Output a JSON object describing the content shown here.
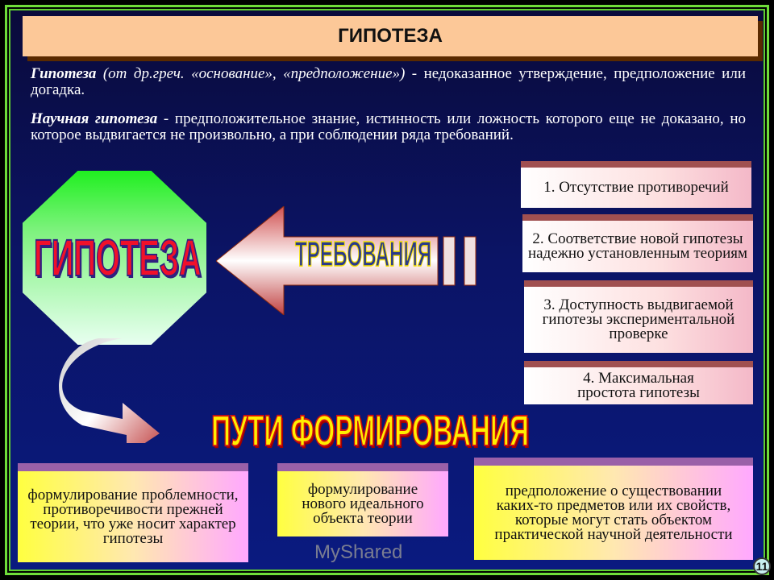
{
  "title": "ГИПОТЕЗА",
  "definition": {
    "term": "Гипотеза",
    "etymology": "(от др.греч. «основание», «предположение»)",
    "text": " - недоказанное утверждение, предположение или догадка."
  },
  "scientific": {
    "term": "Научная гипотеза",
    "text": " - предположительное знание, истинность или ложность которого еще не доказано, но которое выдвигается не произвольно, а при соблюдении ряда требований."
  },
  "diagram": {
    "center_label": "ГИПОТЕЗА",
    "requirements_label": "ТРЕБОВАНИЯ",
    "paths_label": "ПУТИ ФОРМИРОВАНИЯ",
    "requirements": [
      "1. Отсутствие противоречий",
      "2. Соответствие новой гипотезы надежно установленным теориям",
      "3. Доступность выдвигаемой гипотезы экспериментальной проверке",
      "4. Максимальная простота гипотезы"
    ],
    "paths": [
      "формулирование проблемности, противоречивости прежней теории, что уже носит характер гипотезы",
      "формулирование нового идеального объекта теории",
      "предположение о существовании каких-то предметов или их свойств, которые могут стать объектом практической научной деятельности"
    ]
  },
  "page_number": "11",
  "watermark": "MyShared",
  "colors": {
    "background": "#0b1466",
    "title_bar": "#fcc898",
    "border": "#6fdc3a",
    "accent_red": "#f0102a",
    "accent_yellow": "#ffef00"
  }
}
